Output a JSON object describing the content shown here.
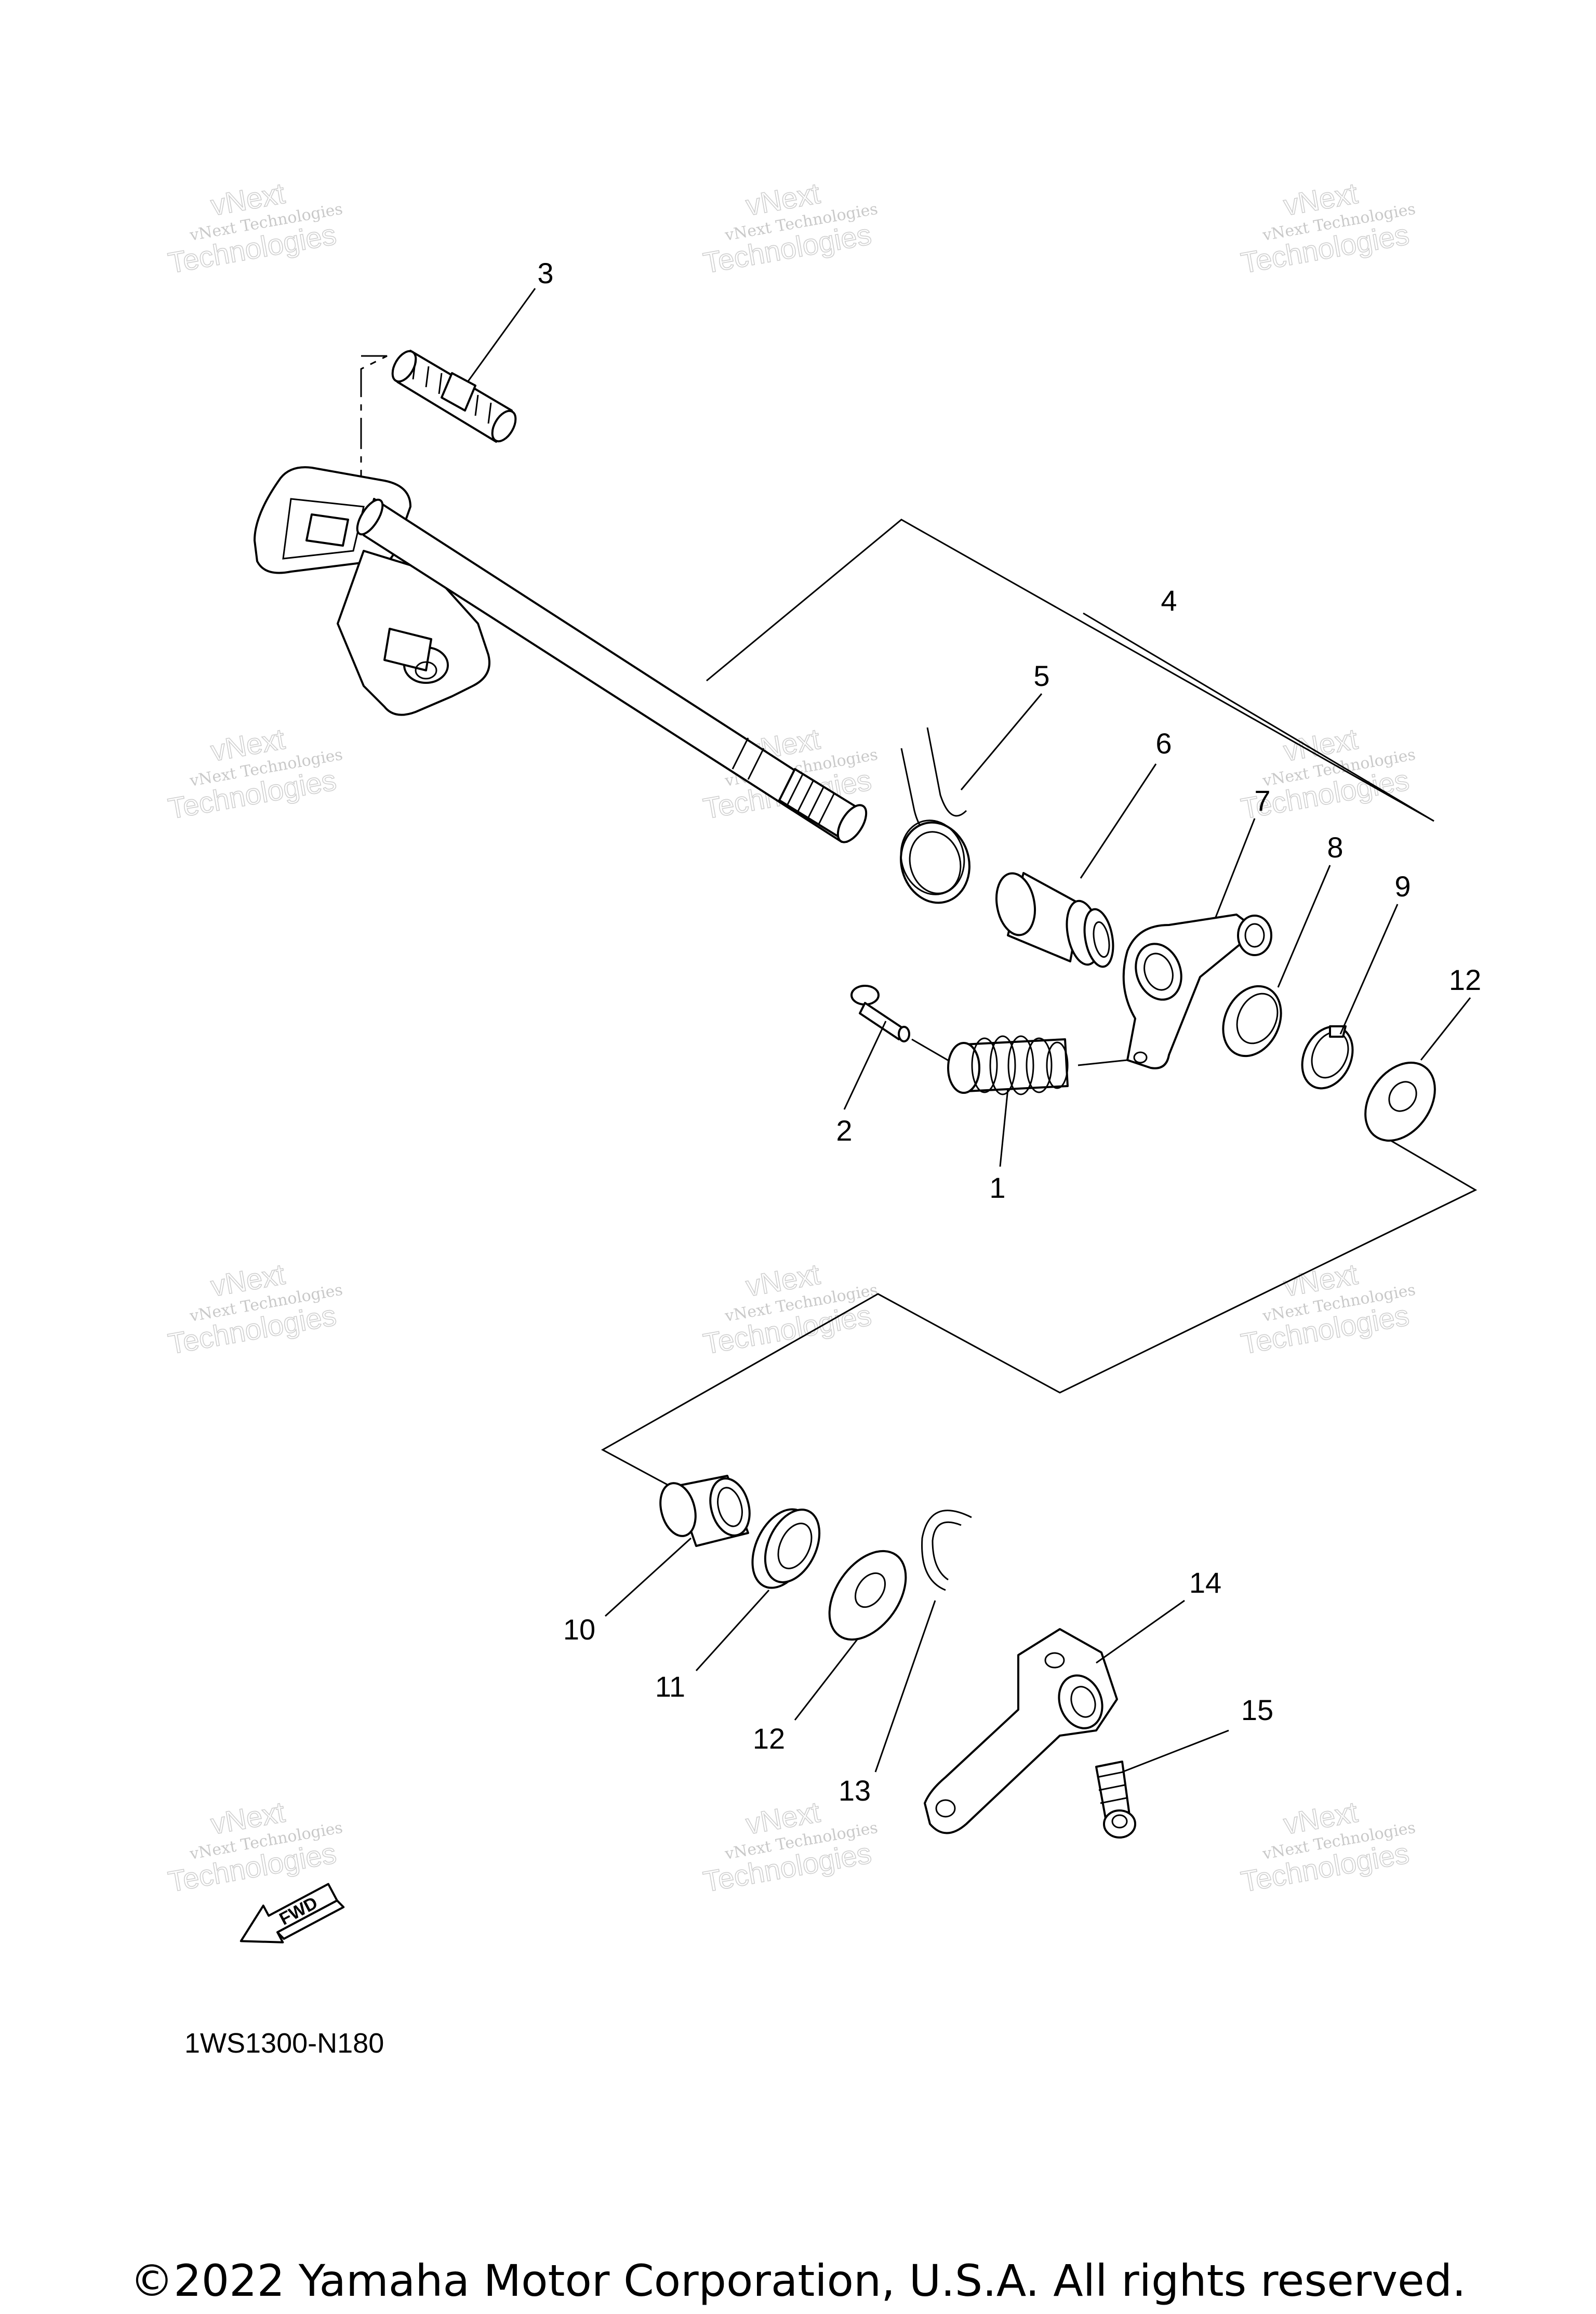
{
  "diagram_code": "1WS1300-N180",
  "fwd_label": "FWD",
  "watermark": {
    "line1": "vNext",
    "line2": "vNext Technologies",
    "line3": "Technologies"
  },
  "callouts": [
    {
      "id": "c1",
      "label": "1"
    },
    {
      "id": "c2",
      "label": "2"
    },
    {
      "id": "c3",
      "label": "3"
    },
    {
      "id": "c4",
      "label": "4"
    },
    {
      "id": "c5",
      "label": "5"
    },
    {
      "id": "c6",
      "label": "6"
    },
    {
      "id": "c7",
      "label": "7"
    },
    {
      "id": "c8",
      "label": "8"
    },
    {
      "id": "c9",
      "label": "9"
    },
    {
      "id": "c12a",
      "label": "12"
    },
    {
      "id": "c10",
      "label": "10"
    },
    {
      "id": "c11",
      "label": "11"
    },
    {
      "id": "c12b",
      "label": "12"
    },
    {
      "id": "c13",
      "label": "13"
    },
    {
      "id": "c14",
      "label": "14"
    },
    {
      "id": "c15",
      "label": "15"
    }
  ],
  "copyright": "©2022 Yamaha Motor Corporation, U.S.A. All rights reserved."
}
